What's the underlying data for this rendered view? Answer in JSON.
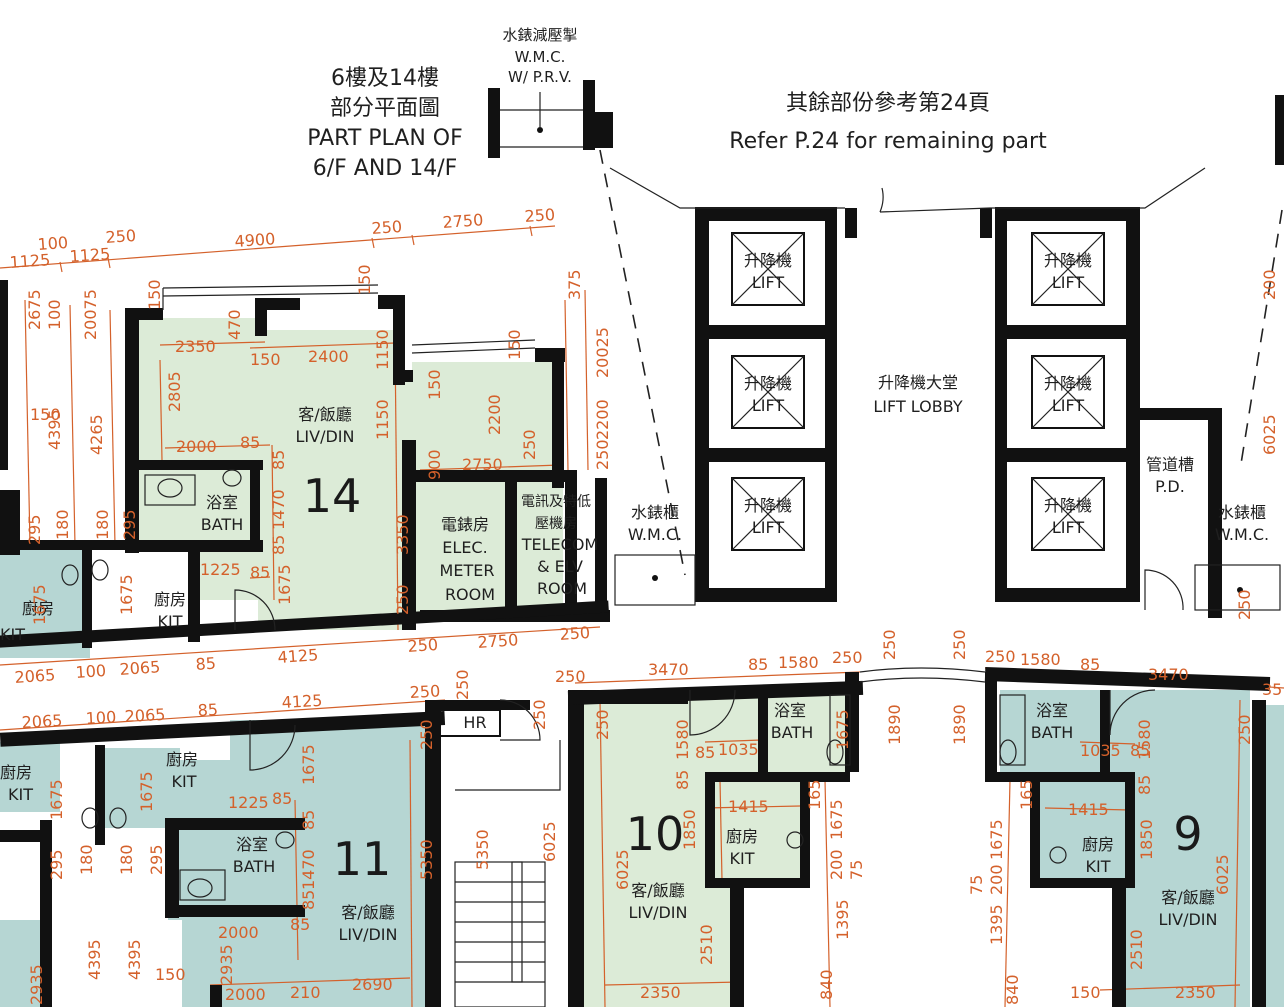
{
  "header": {
    "part_plan_zh_1": "6樓及14樓",
    "part_plan_zh_2": "部分平面圖",
    "part_plan_en_1": "PART PLAN OF",
    "part_plan_en_2": "6/F AND 14/F",
    "refer_zh": "其餘部份參考第24頁",
    "refer_en": "Refer P.24 for remaining part",
    "wmc_prv_zh": "水錶減壓掣",
    "wmc_prv_en_1": "W.M.C.",
    "wmc_prv_en_2": "W/ P.R.V."
  },
  "rooms": {
    "liv_din_zh": "客/飯廳",
    "liv_din_en": "LIV/DIN",
    "bath_zh": "浴室",
    "bath_en": "BATH",
    "kit_zh": "廚房",
    "kit_en": "KIT",
    "elec_1": "電錶房",
    "elec_2": "ELEC.",
    "elec_3": "METER",
    "elec_4": "ROOM",
    "telecom_1": "電訊及特低",
    "telecom_2": "壓機房",
    "telecom_3": "TELECOM",
    "telecom_4": "& ELV",
    "telecom_5": "ROOM",
    "wmc_zh": "水錶櫃",
    "wmc_en": "W.M.C.",
    "lift_zh": "升降機",
    "lift_en": "LIFT",
    "lobby_zh": "升降機大堂",
    "lobby_en": "LIFT LOBBY",
    "pd_zh": "管道槽",
    "pd_en": "P.D.",
    "hr": "HR"
  },
  "units": {
    "u14": "14",
    "u11": "11",
    "u10": "10",
    "u9": "9"
  },
  "dims": {
    "d4900": "4900",
    "d250": "250",
    "d2750": "2750",
    "d1125": "1125",
    "d100": "100",
    "d2350": "2350",
    "d2400": "2400",
    "d2805": "2805",
    "d2000": "2000",
    "d85": "85",
    "d1150": "1150",
    "d2200": "2200",
    "d900": "900",
    "d1225": "1225",
    "d1470": "1470",
    "d1675": "1675",
    "d3350": "3350",
    "d470": "470",
    "d150": "150",
    "d4395": "4395",
    "d4265": "4265",
    "d20075": "20075",
    "d2675": "2675",
    "d295": "295",
    "d180": "180",
    "d2065": "2065",
    "d4125": "4125",
    "d3470": "3470",
    "d1580": "1580",
    "d1035": "1035",
    "d1890": "1890",
    "d1415": "1415",
    "d1850": "1850",
    "d6025": "6025",
    "d5350": "5350",
    "d2510": "2510",
    "d1395": "1395",
    "d2935": "2935",
    "d2690": "2690",
    "d210": "210",
    "d165": "165",
    "d200": "200",
    "d75": "75",
    "d375": "375",
    "d20025": "20025",
    "d840": "840",
    "d35": "35",
    "d2200b": "2200"
  }
}
